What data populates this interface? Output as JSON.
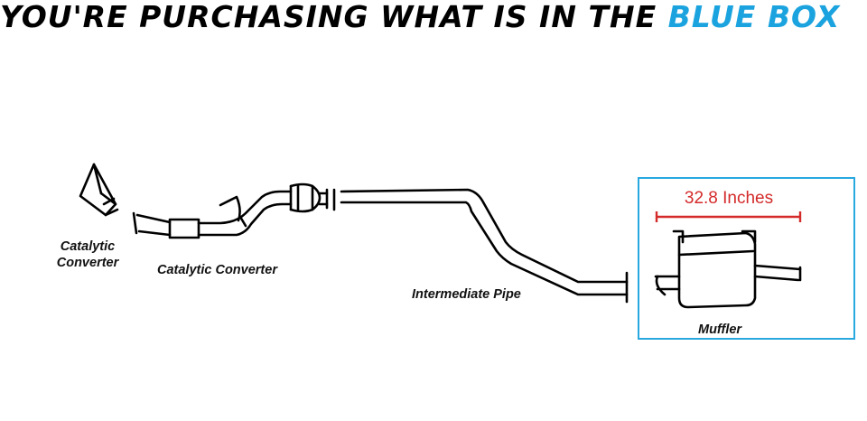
{
  "headline": {
    "main": "YOU'RE PURCHASING WHAT IS IN THE",
    "accent": "BLUE BOX",
    "accent_color": "#1aa3de"
  },
  "labels": {
    "catalytic_converter_front_line1": "Catalytic",
    "catalytic_converter_front_line2": "Converter",
    "catalytic_converter_mid": "Catalytic Converter",
    "intermediate_pipe": "Intermediate Pipe",
    "muffler": "Muffler"
  },
  "dimension": {
    "text": "32.8 Inches",
    "color": "#d42a2a"
  },
  "box_color": "#29a8e0"
}
